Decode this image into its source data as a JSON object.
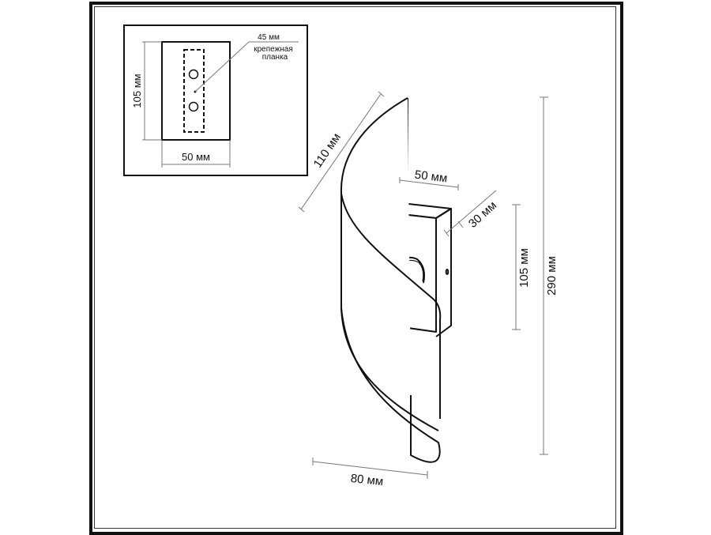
{
  "drawing": {
    "inset": {
      "height_label": "105 мм",
      "width_label": "50 мм",
      "plate_width_label": "45 мм",
      "plate_caption_line1": "крепежная",
      "plate_caption_line2": "планка"
    },
    "main": {
      "shade_length_label": "110 мм",
      "base_width_label": "50 мм",
      "base_depth_label": "30 мм",
      "base_height_label": "105 мм",
      "total_height_label": "290 мм",
      "shade_width_label": "80 мм"
    }
  },
  "colors": {
    "line": "#111111",
    "dimension_line": "#777777",
    "background": "#ffffff"
  }
}
